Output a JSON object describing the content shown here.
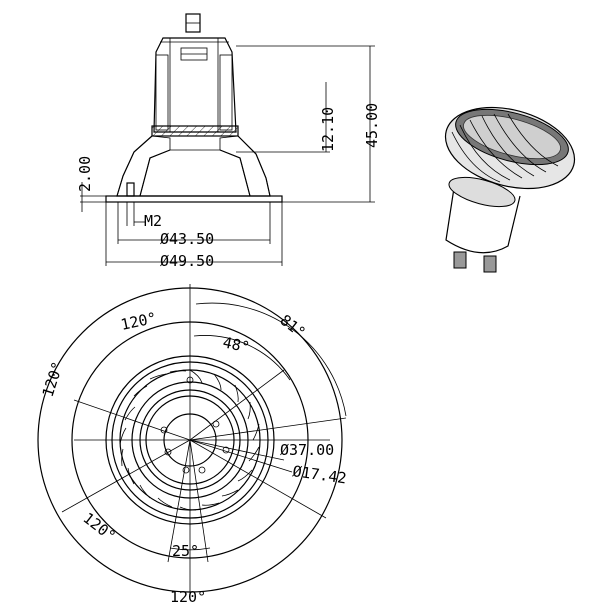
{
  "dimensions": {
    "height_total": "45.00",
    "height_upper": "12.10",
    "flange": "2.00",
    "thread": "M2",
    "inner_diameter": "Ø43.50",
    "outer_diameter": "Ø49.50",
    "angle_48": "48°",
    "angle_81": "81°",
    "angle_120_top": "120°",
    "angle_120_left": "120°",
    "angle_120_lower_left": "120°",
    "angle_120_bottom": "120°",
    "angle_25": "25°",
    "diameter_37": "Ø37.00",
    "diameter_17": "Ø17.42"
  }
}
